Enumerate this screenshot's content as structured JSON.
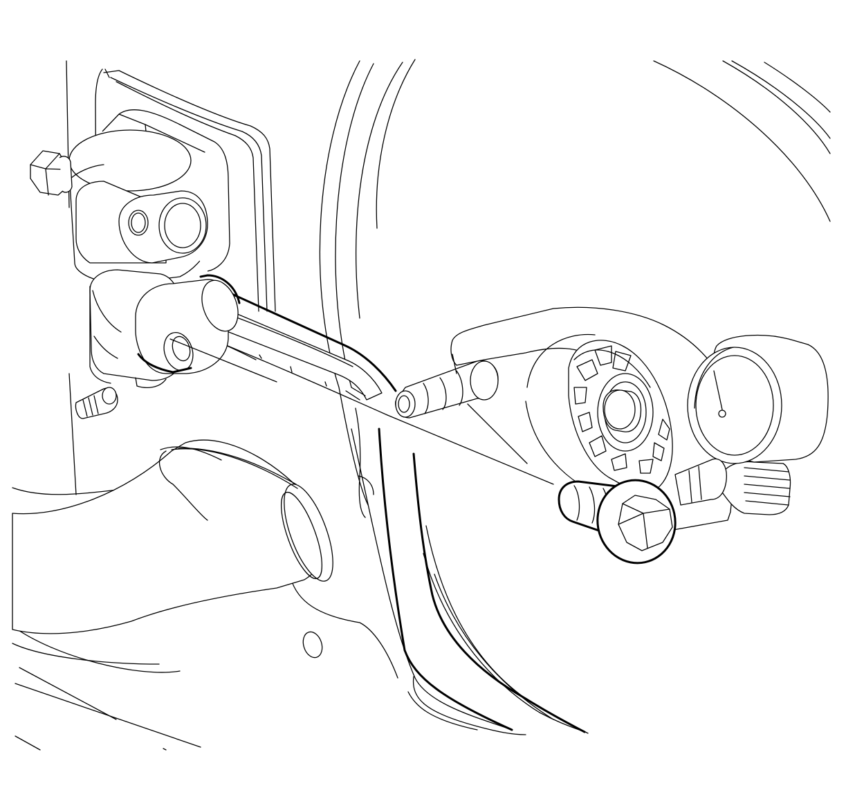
{
  "diagram": {
    "style": "black line art on white",
    "parts": [
      {
        "id": "ac-line-block-fitting",
        "icon": "fitting-block-icon"
      },
      {
        "id": "block-retaining-bolt",
        "icon": "hex-bolt-icon"
      },
      {
        "id": "ac-refrigerant-line",
        "icon": "pipe-icon"
      },
      {
        "id": "mounting-stud",
        "icon": "stud-icon"
      },
      {
        "id": "compressor-pulley",
        "icon": "pulley-icon"
      },
      {
        "id": "drive-gear-end",
        "icon": "gear-icon"
      },
      {
        "id": "highlighted-flange-bolt",
        "icon": "hex-flange-bolt-icon",
        "highlighted": true
      },
      {
        "id": "radiator-hose",
        "icon": "hose-icon"
      },
      {
        "id": "fan-shroud",
        "icon": "shroud-icon"
      }
    ],
    "colors": {
      "stroke": "#000000",
      "background": "#ffffff"
    }
  }
}
